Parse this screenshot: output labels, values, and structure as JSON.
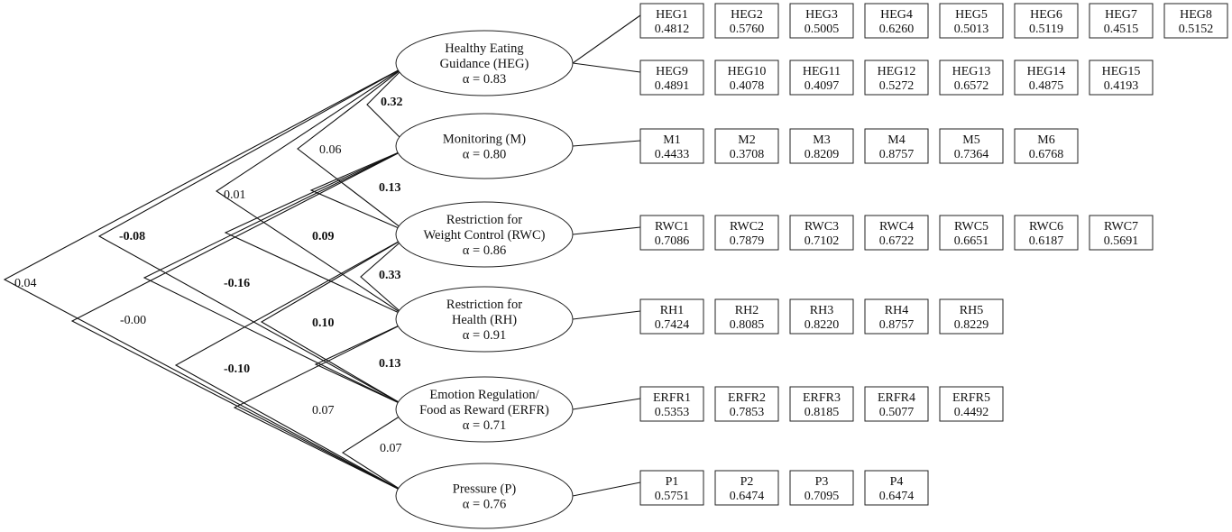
{
  "factors": [
    {
      "id": "HEG",
      "lines": [
        "Healthy Eating",
        "Guidance (HEG)",
        "α = 0.83"
      ],
      "items": [
        [
          "HEG1",
          "0.4812"
        ],
        [
          "HEG2",
          "0.5760"
        ],
        [
          "HEG3",
          "0.5005"
        ],
        [
          "HEG4",
          "0.6260"
        ],
        [
          "HEG5",
          "0.5013"
        ],
        [
          "HEG6",
          "0.5119"
        ],
        [
          "HEG7",
          "0.4515"
        ],
        [
          "HEG8",
          "0.5152"
        ],
        [
          "HEG9",
          "0.4891"
        ],
        [
          "HEG10",
          "0.4078"
        ],
        [
          "HEG11",
          "0.4097"
        ],
        [
          "HEG12",
          "0.5272"
        ],
        [
          "HEG13",
          "0.6572"
        ],
        [
          "HEG14",
          "0.4875"
        ],
        [
          "HEG15",
          "0.4193"
        ]
      ]
    },
    {
      "id": "M",
      "lines": [
        "Monitoring (M)",
        "α = 0.80"
      ],
      "items": [
        [
          "M1",
          "0.4433"
        ],
        [
          "M2",
          "0.3708"
        ],
        [
          "M3",
          "0.8209"
        ],
        [
          "M4",
          "0.8757"
        ],
        [
          "M5",
          "0.7364"
        ],
        [
          "M6",
          "0.6768"
        ]
      ]
    },
    {
      "id": "RWC",
      "lines": [
        "Restriction for",
        "Weight Control (RWC)",
        "α = 0.86"
      ],
      "items": [
        [
          "RWC1",
          "0.7086"
        ],
        [
          "RWC2",
          "0.7879"
        ],
        [
          "RWC3",
          "0.7102"
        ],
        [
          "RWC4",
          "0.6722"
        ],
        [
          "RWC5",
          "0.6651"
        ],
        [
          "RWC6",
          "0.6187"
        ],
        [
          "RWC7",
          "0.5691"
        ]
      ]
    },
    {
      "id": "RH",
      "lines": [
        "Restriction for",
        "Health (RH)",
        "α = 0.91"
      ],
      "items": [
        [
          "RH1",
          "0.7424"
        ],
        [
          "RH2",
          "0.8085"
        ],
        [
          "RH3",
          "0.8220"
        ],
        [
          "RH4",
          "0.8757"
        ],
        [
          "RH5",
          "0.8229"
        ]
      ]
    },
    {
      "id": "ERFR",
      "lines": [
        "Emotion Regulation/",
        "Food as Reward (ERFR)",
        "α = 0.71"
      ],
      "items": [
        [
          "ERFR1",
          "0.5353"
        ],
        [
          "ERFR2",
          "0.7853"
        ],
        [
          "ERFR3",
          "0.8185"
        ],
        [
          "ERFR4",
          "0.5077"
        ],
        [
          "ERFR5",
          "0.4492"
        ]
      ]
    },
    {
      "id": "P",
      "lines": [
        "Pressure (P)",
        "α = 0.76"
      ],
      "items": [
        [
          "P1",
          "0.5751"
        ],
        [
          "P2",
          "0.6474"
        ],
        [
          "P3",
          "0.7095"
        ],
        [
          "P4",
          "0.6474"
        ]
      ]
    }
  ],
  "correlations": [
    {
      "from": "HEG",
      "to": "M",
      "value": "0.32",
      "bold": true
    },
    {
      "from": "HEG",
      "to": "RWC",
      "value": "0.06",
      "bold": false
    },
    {
      "from": "HEG",
      "to": "RH",
      "value": "0.01",
      "bold": false
    },
    {
      "from": "HEG",
      "to": "ERFR",
      "value": "-0.08",
      "bold": true
    },
    {
      "from": "HEG",
      "to": "P",
      "value": "0.04",
      "bold": false
    },
    {
      "from": "M",
      "to": "RWC",
      "value": "0.13",
      "bold": true
    },
    {
      "from": "M",
      "to": "RH",
      "value": "0.09",
      "bold": true
    },
    {
      "from": "M",
      "to": "ERFR",
      "value": "-0.16",
      "bold": true
    },
    {
      "from": "M",
      "to": "P",
      "value": "-0.00",
      "bold": false
    },
    {
      "from": "RWC",
      "to": "RH",
      "value": "0.33",
      "bold": true
    },
    {
      "from": "RWC",
      "to": "ERFR",
      "value": "0.10",
      "bold": true
    },
    {
      "from": "RWC",
      "to": "P",
      "value": "-0.10",
      "bold": true
    },
    {
      "from": "RH",
      "to": "ERFR",
      "value": "0.13",
      "bold": true
    },
    {
      "from": "RH",
      "to": "P",
      "value": "0.07",
      "bold": false
    },
    {
      "from": "ERFR",
      "to": "P",
      "value": "0.07",
      "bold": false
    }
  ]
}
